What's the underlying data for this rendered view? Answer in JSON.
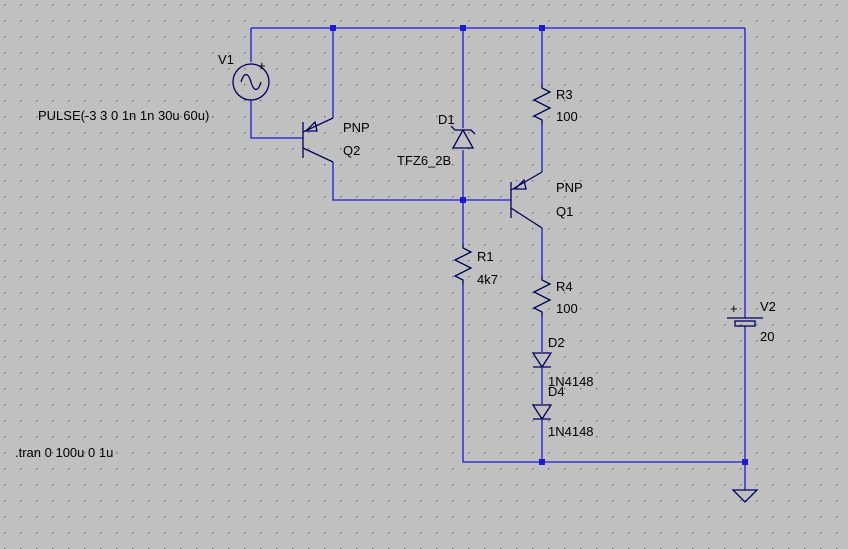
{
  "colors": {
    "background": "#c0c0c0",
    "grid_dot": "#6e6e6e",
    "wire": "#1a1adc",
    "junction": "#1a1adc",
    "component": "#000060",
    "text": "#000000"
  },
  "components": {
    "v1": {
      "ref": "V1",
      "value": "PULSE(-3 3 0 1n 1n 30u 60u)",
      "icon": "ac-voltage-source-icon"
    },
    "q2": {
      "ref": "Q2",
      "value": "PNP",
      "icon": "pnp-transistor-icon"
    },
    "d1": {
      "ref": "D1",
      "value": "TFZ6_2B",
      "icon": "zener-diode-icon"
    },
    "r3": {
      "ref": "R3",
      "value": "100",
      "icon": "resistor-icon"
    },
    "q1": {
      "ref": "Q1",
      "value": "PNP",
      "icon": "pnp-transistor-icon"
    },
    "r1": {
      "ref": "R1",
      "value": "4k7",
      "icon": "resistor-icon"
    },
    "r4": {
      "ref": "R4",
      "value": "100",
      "icon": "resistor-icon"
    },
    "d2": {
      "ref": "D2",
      "value": "1N4148",
      "icon": "diode-icon"
    },
    "d4": {
      "ref": "D4",
      "value": "1N4148",
      "icon": "diode-icon"
    },
    "v2": {
      "ref": "V2",
      "value": "20",
      "icon": "battery-icon",
      "plus_sign": "+"
    },
    "gnd": {
      "icon": "ground-icon"
    }
  },
  "directive": ".tran 0 100u 0 1u"
}
